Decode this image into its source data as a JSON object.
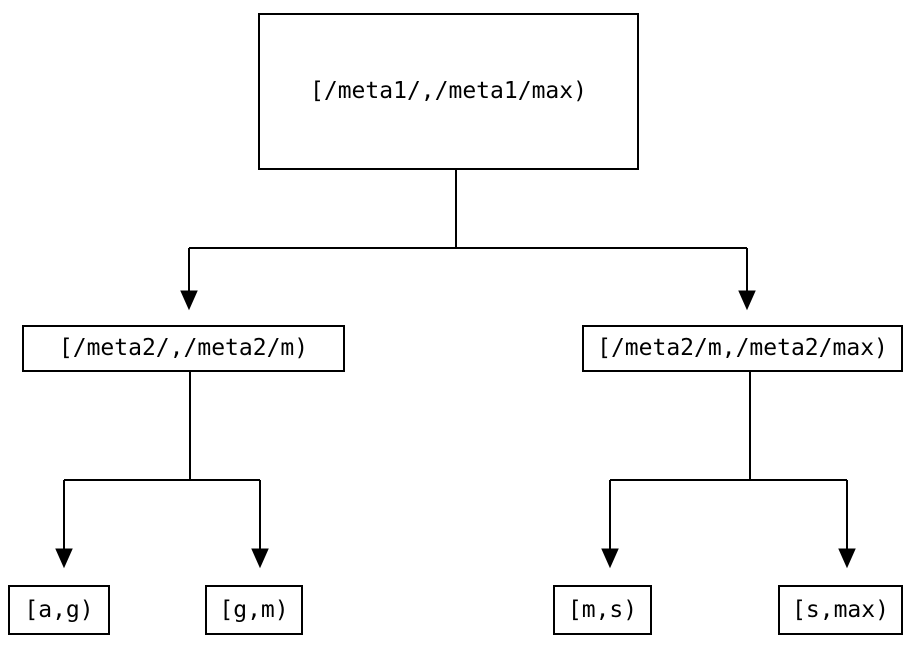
{
  "diagram": {
    "type": "tree",
    "nodes": {
      "root": {
        "label": "[/meta1/,/meta1/max)"
      },
      "mid_left": {
        "label": "[/meta2/,/meta2/m)"
      },
      "mid_right": {
        "label": "[/meta2/m,/meta2/max)"
      },
      "leaf_ag": {
        "label": "[a,g)"
      },
      "leaf_gm": {
        "label": "[g,m)"
      },
      "leaf_ms": {
        "label": "[m,s)"
      },
      "leaf_smax": {
        "label": "[s,max)"
      }
    },
    "edges": [
      {
        "from": "root",
        "to": "mid_left"
      },
      {
        "from": "root",
        "to": "mid_right"
      },
      {
        "from": "mid_left",
        "to": "leaf_ag"
      },
      {
        "from": "mid_left",
        "to": "leaf_gm"
      },
      {
        "from": "mid_right",
        "to": "leaf_ms"
      },
      {
        "from": "mid_right",
        "to": "leaf_smax"
      }
    ],
    "colors": {
      "background": "#ffffff",
      "line": "#000000",
      "box_border": "#000000",
      "text": "#000000"
    }
  }
}
